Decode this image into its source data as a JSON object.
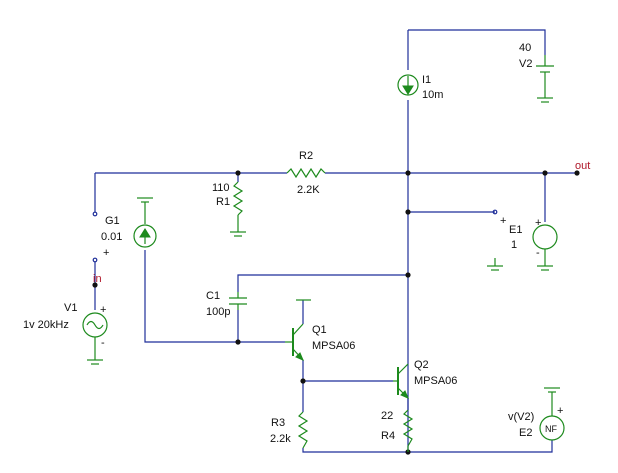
{
  "components": {
    "V2": {
      "name": "V2",
      "value": "40"
    },
    "I1": {
      "name": "I1",
      "value": "10m"
    },
    "R2": {
      "name": "R2",
      "value": "2.2K"
    },
    "R1": {
      "name": "R1",
      "value": "110"
    },
    "G1": {
      "name": "G1",
      "value": "0.01"
    },
    "E1": {
      "name": "E1",
      "value": "1"
    },
    "C1": {
      "name": "C1",
      "value": "100p"
    },
    "V1": {
      "name": "V1",
      "value": "1v 20kHz"
    },
    "Q1": {
      "name": "Q1",
      "value": "MPSA06"
    },
    "Q2": {
      "name": "Q2",
      "value": "MPSA06"
    },
    "R3": {
      "name": "R3",
      "value": "2.2k"
    },
    "R4": {
      "name": "R4",
      "value": "22"
    },
    "E2": {
      "name": "E2",
      "value": "v(V2)",
      "symbol": "NF"
    }
  },
  "nodes": {
    "in": "in",
    "out": "out"
  },
  "polarity": {
    "plus": "+",
    "minus": "-"
  },
  "colors": {
    "wire": "#1f2f9a",
    "component": "#1d8a1d",
    "node_label": "#b0182a"
  }
}
